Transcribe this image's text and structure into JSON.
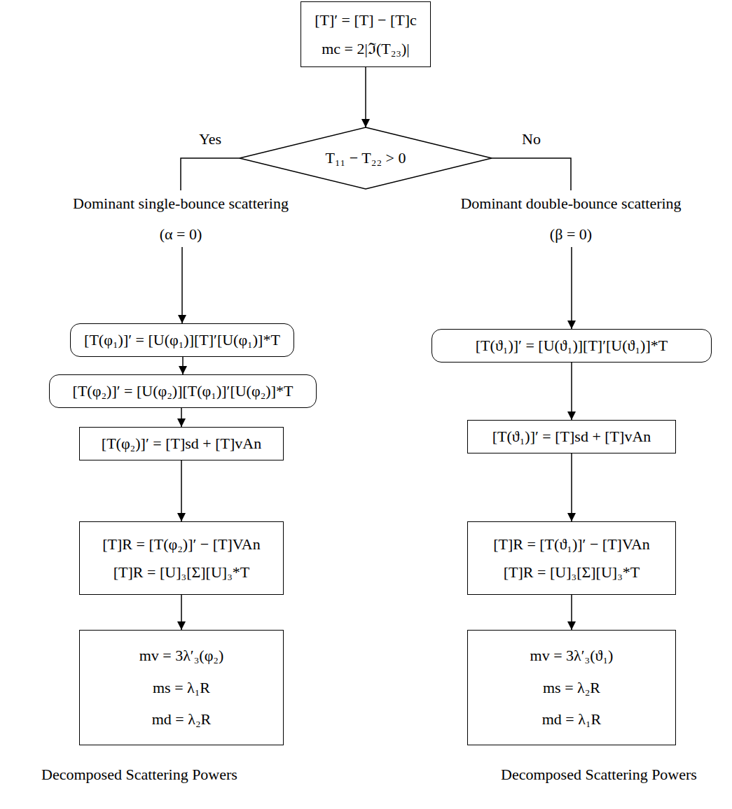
{
  "diagram": {
    "nodes": [
      {
        "text": [
          "[T]′ = [T] − [T]c",
          "mc = 2|ℑ(T₂₃)|"
        ]
      },
      {
        "text": [
          "T₁₁ − T₂₂ > 0"
        ]
      },
      {
        "text": [
          "Dominant single-bounce scattering",
          "(α = 0)"
        ]
      },
      {
        "text": [
          "Dominant double-bounce scattering",
          "(β = 0)"
        ]
      },
      {
        "text": [
          "[T(φ₁)]′ = [U(φ₁)][T]′[U(φ₁)]*T"
        ]
      },
      {
        "text": [
          "[T(φ₂)]′ = [U(φ₂)][T(φ₁)]′[U(φ₂)]*T"
        ]
      },
      {
        "text": [
          "[T(φ₂)]′ = [T]sd + [T]vAn"
        ]
      },
      {
        "text": [
          "[T]R = [T(φ₂)]′ − [T]VAn",
          "[T]R = [U]₃[Σ][U]₃*T"
        ]
      },
      {
        "text": [
          "mv = 3λ′₃(φ₂)",
          "ms = λ₁R",
          "md = λ₂R"
        ]
      },
      {
        "text": [
          "[T(ϑ₁)]′ = [U(ϑ₁)][T]′[U(ϑ₁)]*T"
        ]
      },
      {
        "text": [
          "[T(ϑ₁)]′ = [T]sd + [T]vAn"
        ]
      },
      {
        "text": [
          "[T]R = [T(ϑ₁)]′ − [T]VAn",
          "[T]R = [U]₃[Σ][U]₃*T"
        ]
      },
      {
        "text": [
          "mv = 3λ′₃(ϑ₁)",
          "ms = λ₂R",
          "md = λ₁R"
        ]
      }
    ],
    "edges": [
      {
        "from": 0,
        "to": 1,
        "arrow": "to"
      },
      {
        "from": 1,
        "to": 2,
        "label": "Yes",
        "arrow": "none"
      },
      {
        "from": 1,
        "to": 3,
        "label": "No",
        "arrow": "none"
      },
      {
        "from": 2,
        "to": 4,
        "arrow": "to"
      },
      {
        "from": 4,
        "to": 5,
        "arrow": "to"
      },
      {
        "from": 5,
        "to": 6,
        "arrow": "to"
      },
      {
        "from": 6,
        "to": 7,
        "arrow": "to"
      },
      {
        "from": 7,
        "to": 8,
        "arrow": "to"
      },
      {
        "from": 3,
        "to": 9,
        "arrow": "to"
      },
      {
        "from": 9,
        "to": 10,
        "arrow": "to"
      },
      {
        "from": 10,
        "to": 11,
        "arrow": "to"
      },
      {
        "from": 11,
        "to": 12,
        "arrow": "to"
      }
    ],
    "labels": [
      "Decomposed Scattering Powers",
      "Decomposed Scattering Powers"
    ]
  }
}
